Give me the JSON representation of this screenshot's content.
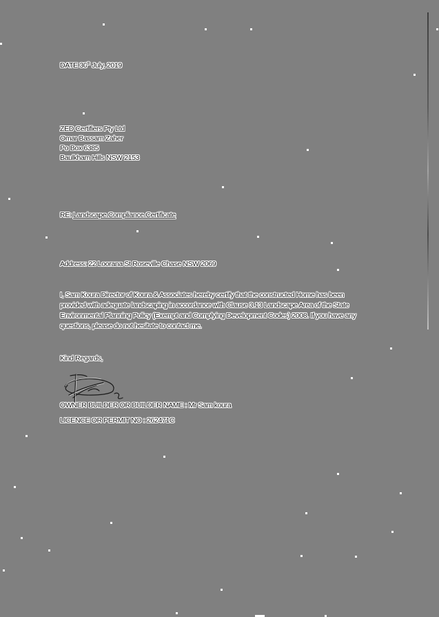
{
  "document": {
    "type": "letter",
    "date": {
      "prefix": "DATE 30",
      "ordinal": "th",
      "suffix": " July, 2019"
    },
    "recipient": {
      "company": "ZED Certifiers Pty Ltd",
      "name": "Omar Bassam Zaher",
      "po_box": "Po Box 6385",
      "locality": "Baulkham Hills NSW 2153"
    },
    "subject": {
      "prefix": "RE: ",
      "title": "Landscape Compliance Certificate"
    },
    "address_line": "Address: 22 Loorana St Roseville Chase NSW 2069",
    "body_lines": [
      "I, Sam Koura Director of Koura & Associates hereby certify that the constructed Home has been",
      "provided with adequate landscaping in accordance with Clause 3.13 Landscape Area of the State",
      "Environmental Planning Policy (Exempt and Complying Development Codes) 2008. If you have any",
      "questions, please do not hesitate to contact me."
    ],
    "closing": "Kind Regards,",
    "signature_icon": "handwritten-signature",
    "builder_name_line": "OWNER BUILDER OR BUILDER NAME : Mr Sam koura",
    "licence_line": "LICENCE OR PERMIT NO : 262471C"
  },
  "colors": {
    "background": "#808080",
    "text": "#1a1a1a",
    "outline": "#ffffff"
  }
}
